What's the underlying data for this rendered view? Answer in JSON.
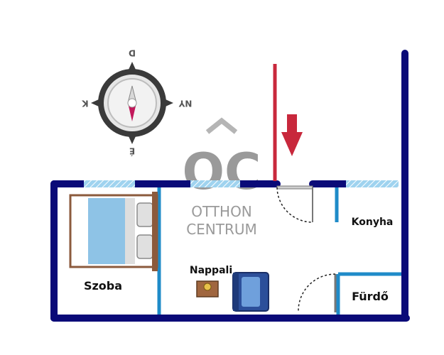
{
  "rooms": {
    "szoba": "Szoba",
    "nappali": "Nappali",
    "konyha": "Konyha",
    "furdo": "Fürdő"
  },
  "compass": {
    "top": "D",
    "bottom": "É",
    "left": "K",
    "right": "NY"
  },
  "watermark": {
    "monogram": "OC",
    "line1": "OTTHON",
    "line2": "CENTRUM"
  },
  "colors": {
    "wall": "#0a0a78",
    "partition": "#1f8bc8",
    "window": "#7fc4e8",
    "entry_arrow": "#c8283c",
    "bed_blue": "#8ec3e6",
    "wood": "#8b5a3c"
  }
}
